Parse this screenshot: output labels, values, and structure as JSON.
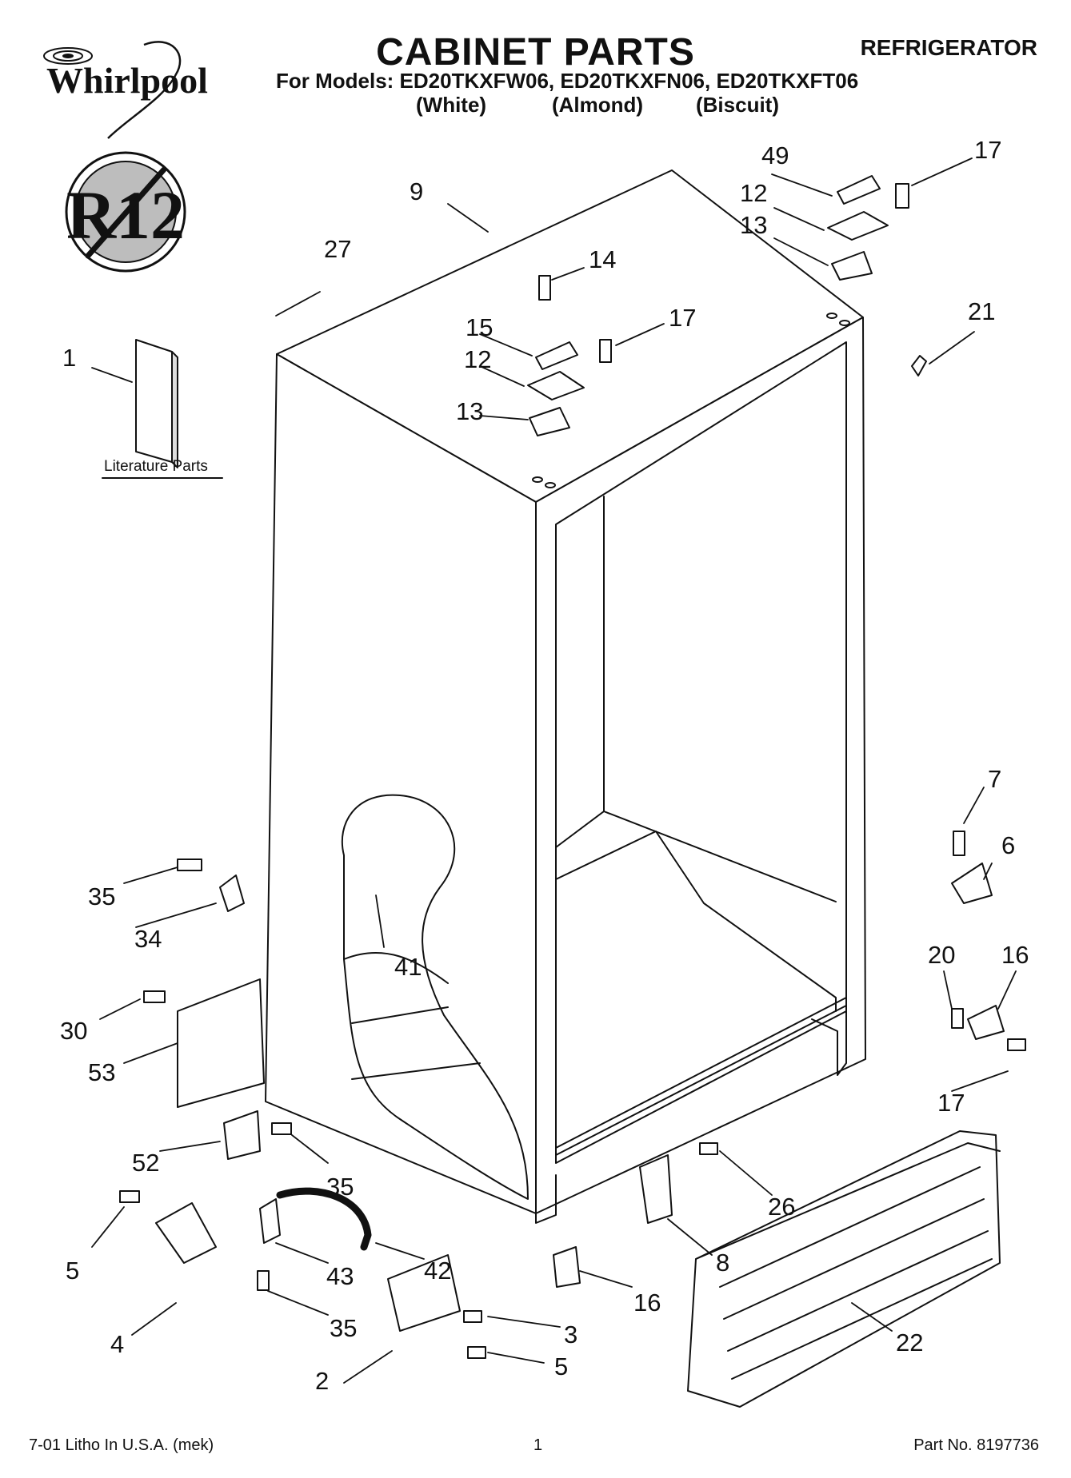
{
  "header": {
    "brand": "Whirlpool",
    "title": "CABINET PARTS",
    "category": "REFRIGERATOR",
    "models_line": "For Models: ED20TKXFW06, ED20TKXFN06, ED20TKXFT06",
    "colors": [
      "(White)",
      "(Almond)",
      "(Biscuit)"
    ]
  },
  "badge": {
    "text": "R12"
  },
  "literature": {
    "label": "Literature Parts"
  },
  "callouts": [
    {
      "id": "c9",
      "text": "9"
    },
    {
      "id": "c27",
      "text": "27"
    },
    {
      "id": "c49",
      "text": "49"
    },
    {
      "id": "c17a",
      "text": "17"
    },
    {
      "id": "c12a",
      "text": "12"
    },
    {
      "id": "c13a",
      "text": "13"
    },
    {
      "id": "c14",
      "text": "14"
    },
    {
      "id": "c17b",
      "text": "17"
    },
    {
      "id": "c15",
      "text": "15"
    },
    {
      "id": "c12b",
      "text": "12"
    },
    {
      "id": "c13b",
      "text": "13"
    },
    {
      "id": "c21",
      "text": "21"
    },
    {
      "id": "c1",
      "text": "1"
    },
    {
      "id": "c7",
      "text": "7"
    },
    {
      "id": "c6",
      "text": "6"
    },
    {
      "id": "c35a",
      "text": "35"
    },
    {
      "id": "c34",
      "text": "34"
    },
    {
      "id": "c41",
      "text": "41"
    },
    {
      "id": "c20",
      "text": "20"
    },
    {
      "id": "c16a",
      "text": "16"
    },
    {
      "id": "c30",
      "text": "30"
    },
    {
      "id": "c53",
      "text": "53"
    },
    {
      "id": "c17c",
      "text": "17"
    },
    {
      "id": "c52",
      "text": "52"
    },
    {
      "id": "c35b",
      "text": "35"
    },
    {
      "id": "c26",
      "text": "26"
    },
    {
      "id": "c5a",
      "text": "5"
    },
    {
      "id": "c43",
      "text": "43"
    },
    {
      "id": "c42",
      "text": "42"
    },
    {
      "id": "c8",
      "text": "8"
    },
    {
      "id": "c16b",
      "text": "16"
    },
    {
      "id": "c4",
      "text": "4"
    },
    {
      "id": "c35c",
      "text": "35"
    },
    {
      "id": "c3",
      "text": "3"
    },
    {
      "id": "c22",
      "text": "22"
    },
    {
      "id": "c2",
      "text": "2"
    },
    {
      "id": "c5b",
      "text": "5"
    }
  ],
  "footer": {
    "left": "7-01 Litho In U.S.A. (mek)",
    "page": "1",
    "part_no": "Part No. 8197736"
  }
}
